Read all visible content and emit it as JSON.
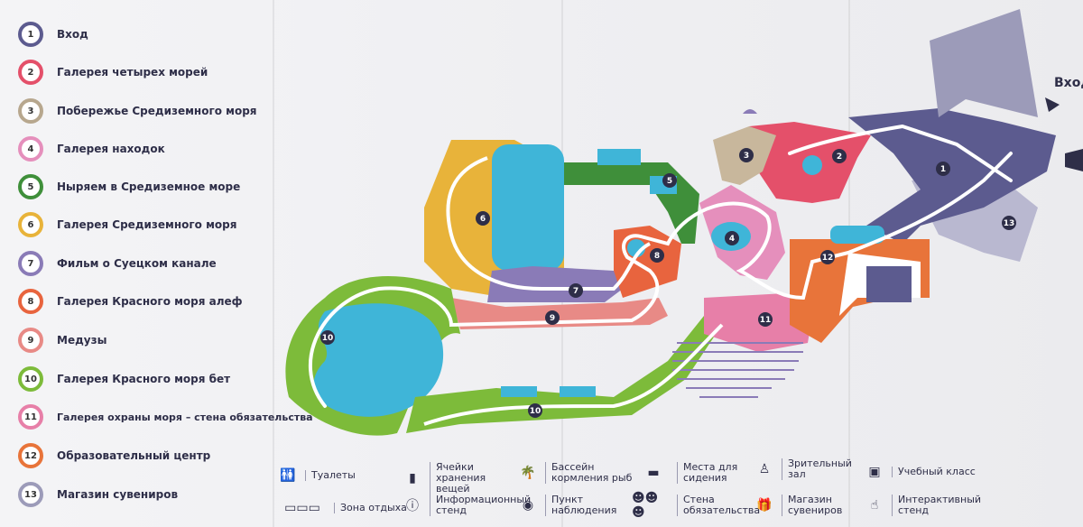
{
  "legend": [
    {
      "num": "1",
      "label": "Вход",
      "color": "#5c5b8f"
    },
    {
      "num": "2",
      "label": "Галерея четырех морей",
      "color": "#e4506a"
    },
    {
      "num": "3",
      "label": "Побережье Средиземного моря",
      "color": "#b7a78e"
    },
    {
      "num": "4",
      "label": "Галерея находок",
      "color": "#e58fbc"
    },
    {
      "num": "5",
      "label": "Ныряем в Средиземное море",
      "color": "#3f8f3a"
    },
    {
      "num": "6",
      "label": "Галерея Средиземного моря",
      "color": "#e8b33a"
    },
    {
      "num": "7",
      "label": "Фильм о Суецком канале",
      "color": "#8a7bb7"
    },
    {
      "num": "8",
      "label": "Галерея Красного моря алеф",
      "color": "#e8643e"
    },
    {
      "num": "9",
      "label": "Медузы",
      "color": "#e88a86"
    },
    {
      "num": "10",
      "label": "Галерея Красного моря бет",
      "color": "#7dbb3a"
    },
    {
      "num": "11",
      "label": "Галерея охраны моря – стена обязательства",
      "color": "#e77fa8"
    },
    {
      "num": "12",
      "label": "Образовательный центр",
      "color": "#e8743a"
    },
    {
      "num": "13",
      "label": "Магазин сувениров",
      "color": "#9c9bb9"
    }
  ],
  "map": {
    "entrance_label": "Вход",
    "markers": [
      "1",
      "2",
      "3",
      "4",
      "5",
      "6",
      "7",
      "8",
      "9",
      "10",
      "10",
      "11",
      "12",
      "13"
    ]
  },
  "icon_legend": {
    "toilets": "Туалеты",
    "lockers": "Ячейки хранения вещей",
    "feeding_pool": "Бассейн кормления рыб",
    "seating": "Места для сидения",
    "auditorium": "Зрительный зал",
    "classroom": "Учебный класс",
    "rest_zone": "Зона отдыха",
    "info_stand": "Информационный стенд",
    "observation": "Пункт наблюдения",
    "pledge_wall": "Стена обязательства",
    "souvenir_shop": "Магазин сувениров",
    "interactive": "Интерактивный стенд"
  },
  "icons": {
    "toilets": "toilet-icon",
    "lockers": "locker-icon",
    "feeding_pool": "palm-tree-icon",
    "seating": "bench-icon",
    "auditorium": "audience-icon",
    "classroom": "classroom-icon",
    "rest_zone": "sofa-icon",
    "info_stand": "info-icon",
    "observation": "eye-icon",
    "pledge_wall": "smiley-faces-icon",
    "souvenir_shop": "gift-icon",
    "interactive": "touch-icon"
  },
  "colors": {
    "navy": "#2e2e48",
    "water": "#3fb5d8",
    "path": "#ffffff"
  }
}
